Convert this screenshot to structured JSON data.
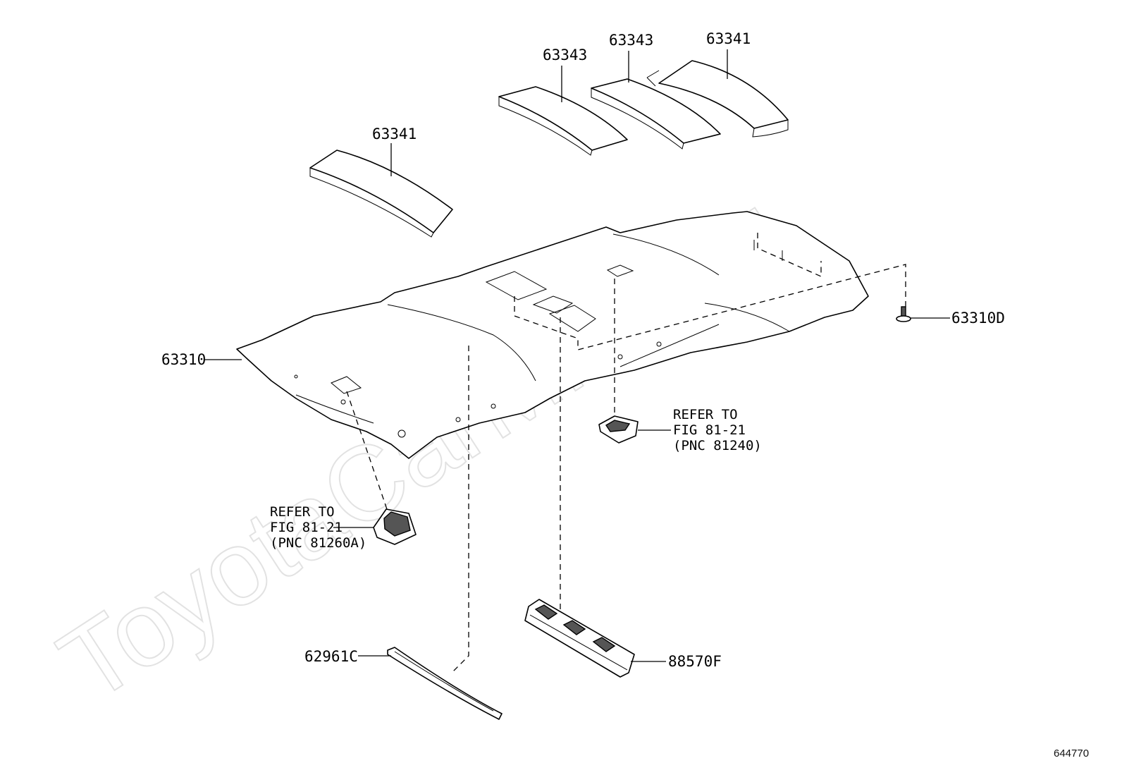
{
  "watermark": "ToyotaCarMine.ru",
  "figure_number": "644770",
  "callouts": {
    "pad_left_front": "63341",
    "pad_middle_1": "63343",
    "pad_middle_2": "63343",
    "pad_right_rear": "63341",
    "headliner": "63310",
    "clip": "63310D",
    "strip": "62961C",
    "console": "88570F"
  },
  "references": {
    "lamp_rear": [
      "REFER TO",
      "FIG 81-21",
      "(PNC 81240)"
    ],
    "lamp_front": [
      "REFER TO",
      "FIG 81-21",
      "(PNC 81260A)"
    ]
  }
}
